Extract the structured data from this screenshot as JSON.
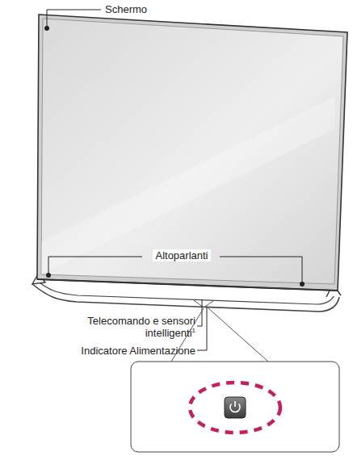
{
  "diagram": {
    "labels": [
      "Schermo",
      "Altoparlanti",
      "Telecomando e sensori intelligenti",
      "1",
      "Indicatore Alimentazione"
    ]
  }
}
